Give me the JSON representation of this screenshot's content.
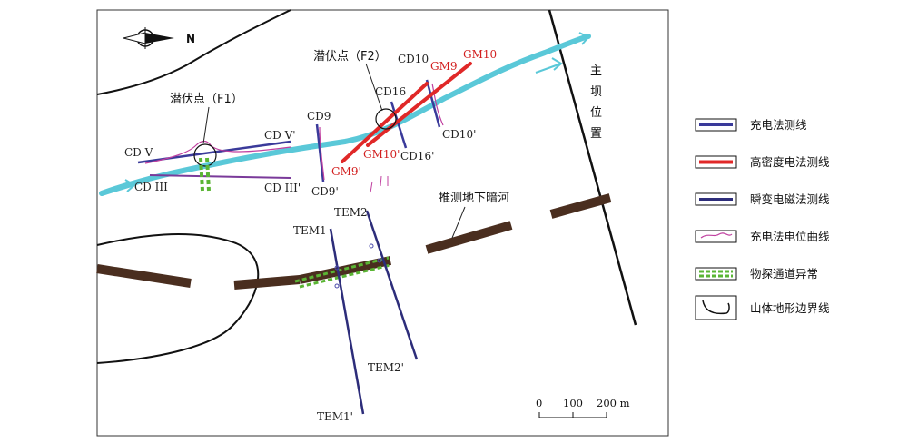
{
  "compass": {
    "north_label": "N"
  },
  "map_labels": {
    "f1": "潜伏点（F1）",
    "f2": "潜伏点（F2）",
    "cd5": "CD V",
    "cd5p": "CD V'",
    "cd3": "CD III",
    "cd3p": "CD III'",
    "cd9": "CD9",
    "cd9p": "CD9'",
    "cd10": "CD10",
    "cd10p": "CD10'",
    "cd16": "CD16",
    "cd16p": "CD16'",
    "gm9": "GM9",
    "gm9p": "GM9'",
    "gm10": "GM10",
    "gm10p": "GM10'",
    "tem1": "TEM1",
    "tem1p": "TEM1'",
    "tem2": "TEM2",
    "tem2p": "TEM2'",
    "river": "推测地下暗河",
    "dam_chars": [
      "主",
      "坝",
      "位",
      "置"
    ]
  },
  "scale": {
    "ticks": [
      "0",
      "100",
      "200 m"
    ]
  },
  "legend": {
    "items": [
      {
        "label": "充电法测线",
        "color": "#3a3a9a"
      },
      {
        "label": "高密度电法测线",
        "color": "#e02828"
      },
      {
        "label": "瞬变电磁法测线",
        "color": "#2d2d7a"
      },
      {
        "label": "充电法电位曲线",
        "color": "#c040a0"
      },
      {
        "label": "物探通道异常",
        "color": "#5ab534"
      },
      {
        "label": "山体地形边界线",
        "color": "#111111"
      }
    ]
  }
}
